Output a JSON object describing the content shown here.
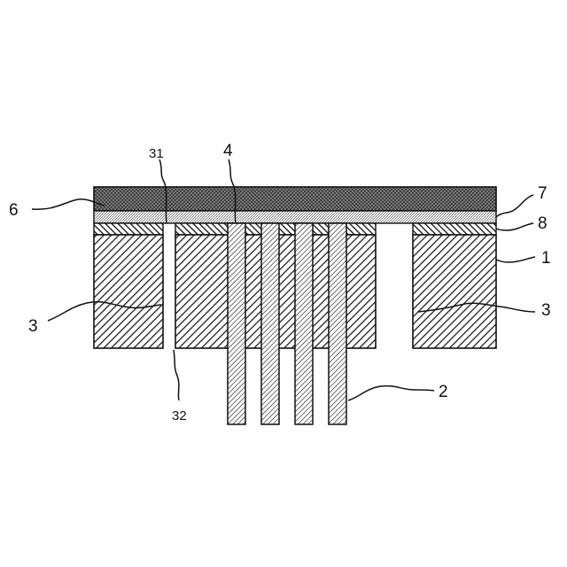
{
  "labels": {
    "l1": "1",
    "l2": "2",
    "l3_left": "3",
    "l3_right": "3",
    "l4": "4",
    "l6": "6",
    "l7": "7",
    "l8": "8",
    "l31": "31",
    "l32": "32"
  },
  "colors": {
    "stroke": "#111111",
    "background": "#ffffff"
  }
}
